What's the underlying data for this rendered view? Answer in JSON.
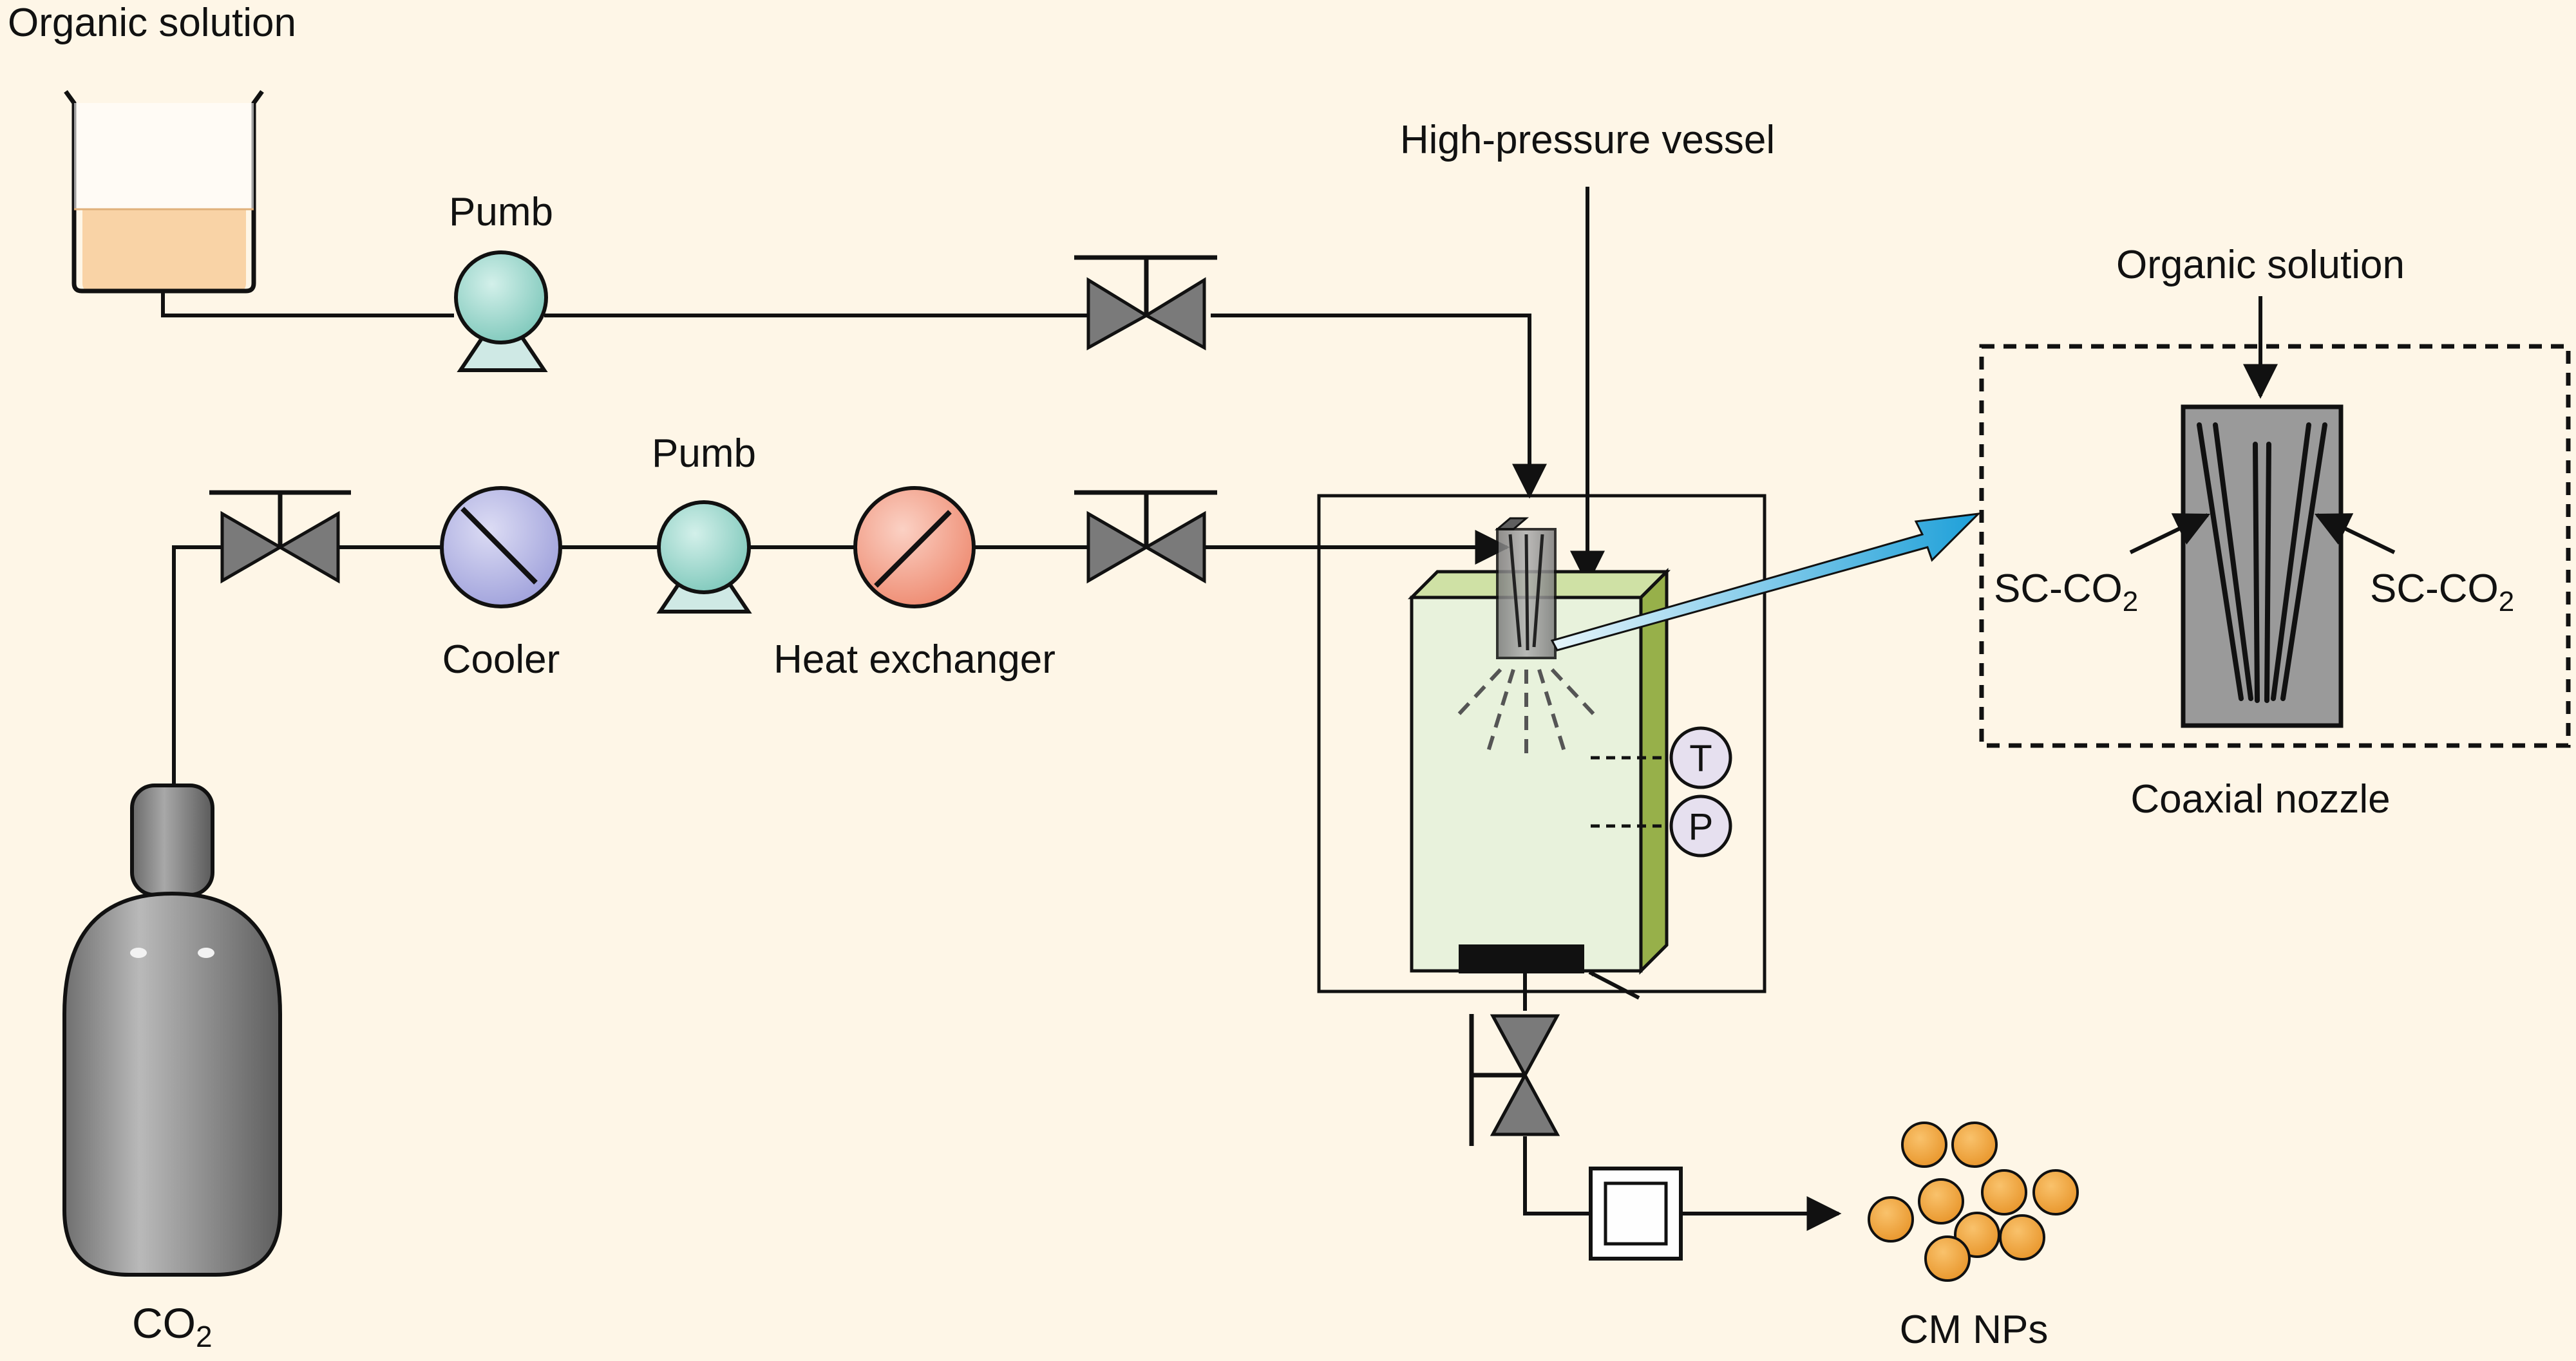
{
  "labels": {
    "organic_solution_top": "Organic solution",
    "pump_top": "Pumb",
    "pump_middle": "Pumb",
    "cooler": "Cooler",
    "heat_exchanger": "Heat exchanger",
    "high_pressure_vessel": "High-pressure vessel",
    "co2_prefix": "CO",
    "co2_subscript": "2",
    "temperature_gauge": "T",
    "pressure_gauge": "P",
    "cm_nps": "CM NPs",
    "nozzle_organic_solution": "Organic solution",
    "sc_co2_left_prefix": "SC-CO",
    "sc_co2_left_subscript": "2",
    "sc_co2_right_prefix": "SC-CO",
    "sc_co2_right_subscript": "2",
    "coaxial_nozzle": "Coaxial nozzle"
  },
  "colors": {
    "background": "#fef6e7",
    "pump": "#9fd9cf",
    "cooler": "#b7b8e6",
    "heat_exchanger": "#f6a58f",
    "vessel_fill": "#e8f2dc",
    "vessel_top": "#cfe1a5",
    "vessel_side": "#97b04a",
    "gauge": "#e6e0ef",
    "particle": "#f2a33a",
    "nozzle": "#9a9a9a",
    "liquid": "#f9d3a6",
    "cylinder": "#8f8f8f",
    "arrow_blue": "#3fb1e0"
  }
}
